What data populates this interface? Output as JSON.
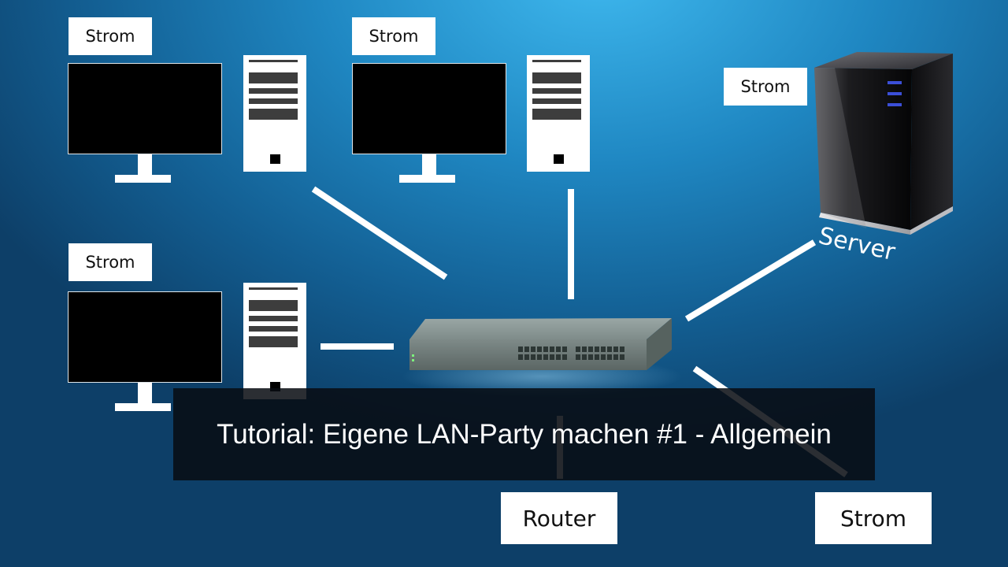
{
  "diagram": {
    "label_strom_1": "Strom",
    "label_strom_2": "Strom",
    "label_strom_3": "Strom",
    "label_strom_server": "Strom",
    "server_label": "Server",
    "router_label": "Router",
    "strom_bottom_label": "Strom"
  },
  "caption": {
    "text": "Tutorial: Eigene LAN-Party machen #1 - Allgemein"
  },
  "colors": {
    "background_light": "#3fb9ef",
    "background_dark": "#0d3f68",
    "wire": "#ffffff",
    "label_bg": "#ffffff",
    "caption_bg": "#080c12"
  },
  "icons": [
    "monitor-icon",
    "pc-tower-icon",
    "network-switch-icon",
    "server-icon"
  ]
}
